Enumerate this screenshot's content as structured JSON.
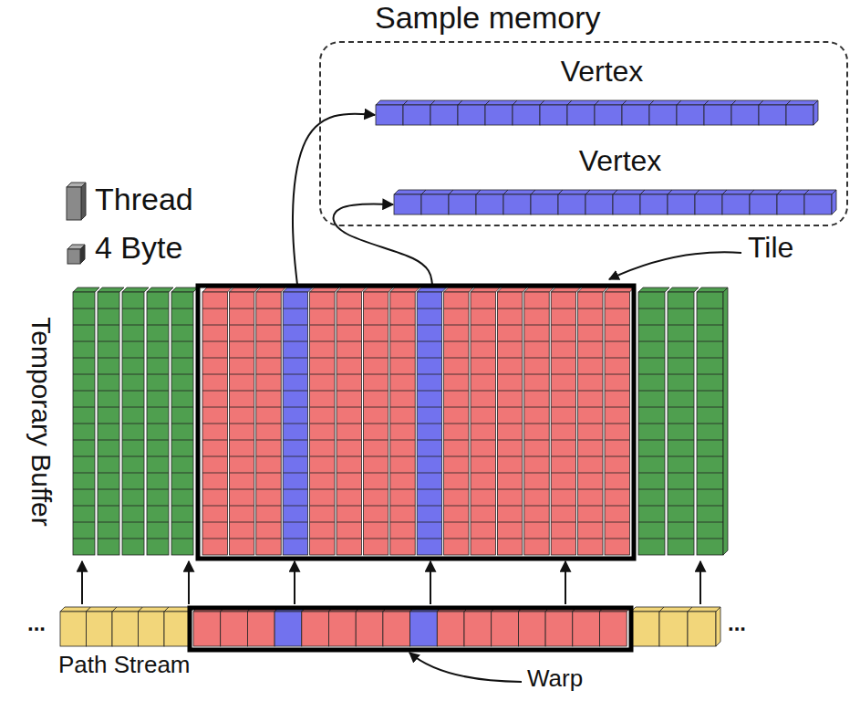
{
  "diagram": {
    "nodes": [
      {
        "text": [
          "Sample memory"
        ]
      },
      {
        "text": [
          "Vertex"
        ],
        "in": 0
      },
      {
        "text": [
          "Vertex"
        ],
        "in": 0
      },
      {
        "text": [
          "Temporary Buffer"
        ]
      },
      {
        "text": [
          "Path Stream"
        ]
      }
    ],
    "edges": [
      {
        "from": 3,
        "to": 1,
        "arrow": "to"
      },
      {
        "from": 3,
        "to": 2,
        "arrow": "to"
      },
      {
        "from": 4,
        "to": 3,
        "arrow": "to"
      },
      {
        "from": 4,
        "to": 3,
        "arrow": "to"
      },
      {
        "from": 4,
        "to": 3,
        "arrow": "to"
      },
      {
        "from": 4,
        "to": 3,
        "arrow": "to"
      },
      {
        "from": 4,
        "to": 3,
        "arrow": "to"
      },
      {
        "from": 4,
        "to": 3,
        "arrow": "to"
      }
    ],
    "labels": [
      "Tile",
      "Warp",
      "...",
      "..."
    ],
    "legend": [
      {
        "text": "Thread"
      },
      {
        "text": "4 Byte"
      }
    ]
  }
}
